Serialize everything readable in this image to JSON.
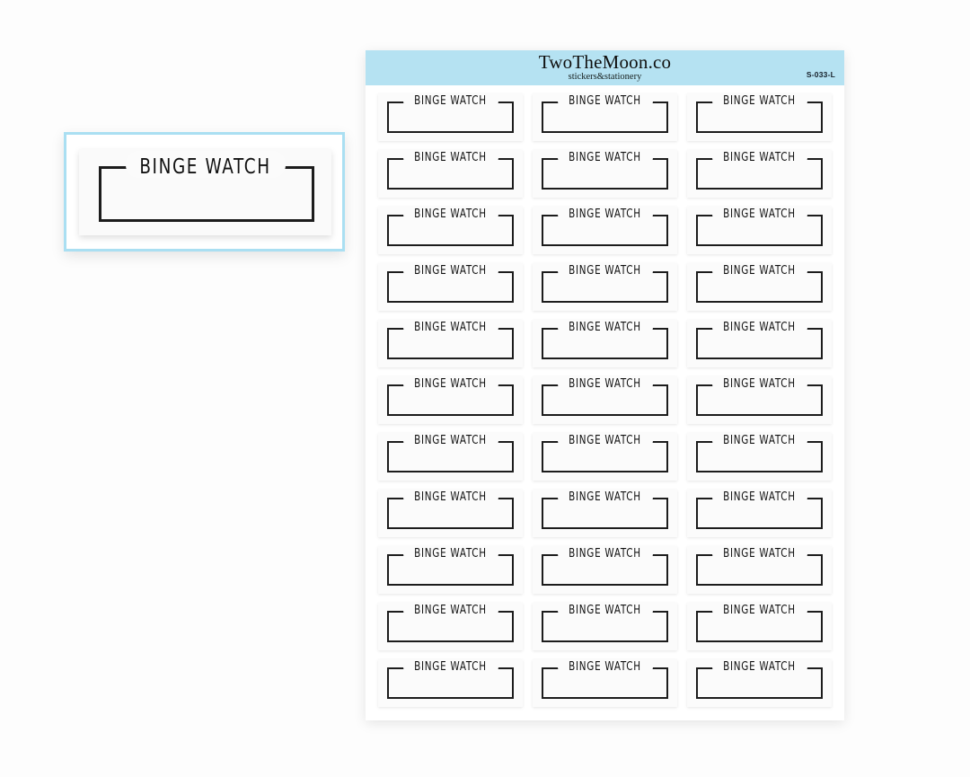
{
  "page": {
    "background_color": "#fdfdfd"
  },
  "preview": {
    "name": "sticker-preview-card",
    "border_color": "#aadff2",
    "sticker_text": "BINGE WATCH"
  },
  "sheet": {
    "header": {
      "band_color": "#b5e2f2",
      "brand_name": "TwoTheMoon.co",
      "brand_tagline": "stickers&stationery",
      "sku": "S-033-L"
    },
    "grid": {
      "columns": 3,
      "rows": 11,
      "total": 33,
      "sticker_text": "BINGE WATCH",
      "stickers": [
        "BINGE WATCH",
        "BINGE WATCH",
        "BINGE WATCH",
        "BINGE WATCH",
        "BINGE WATCH",
        "BINGE WATCH",
        "BINGE WATCH",
        "BINGE WATCH",
        "BINGE WATCH",
        "BINGE WATCH",
        "BINGE WATCH",
        "BINGE WATCH",
        "BINGE WATCH",
        "BINGE WATCH",
        "BINGE WATCH",
        "BINGE WATCH",
        "BINGE WATCH",
        "BINGE WATCH",
        "BINGE WATCH",
        "BINGE WATCH",
        "BINGE WATCH",
        "BINGE WATCH",
        "BINGE WATCH",
        "BINGE WATCH",
        "BINGE WATCH",
        "BINGE WATCH",
        "BINGE WATCH",
        "BINGE WATCH",
        "BINGE WATCH",
        "BINGE WATCH",
        "BINGE WATCH",
        "BINGE WATCH",
        "BINGE WATCH"
      ]
    }
  }
}
